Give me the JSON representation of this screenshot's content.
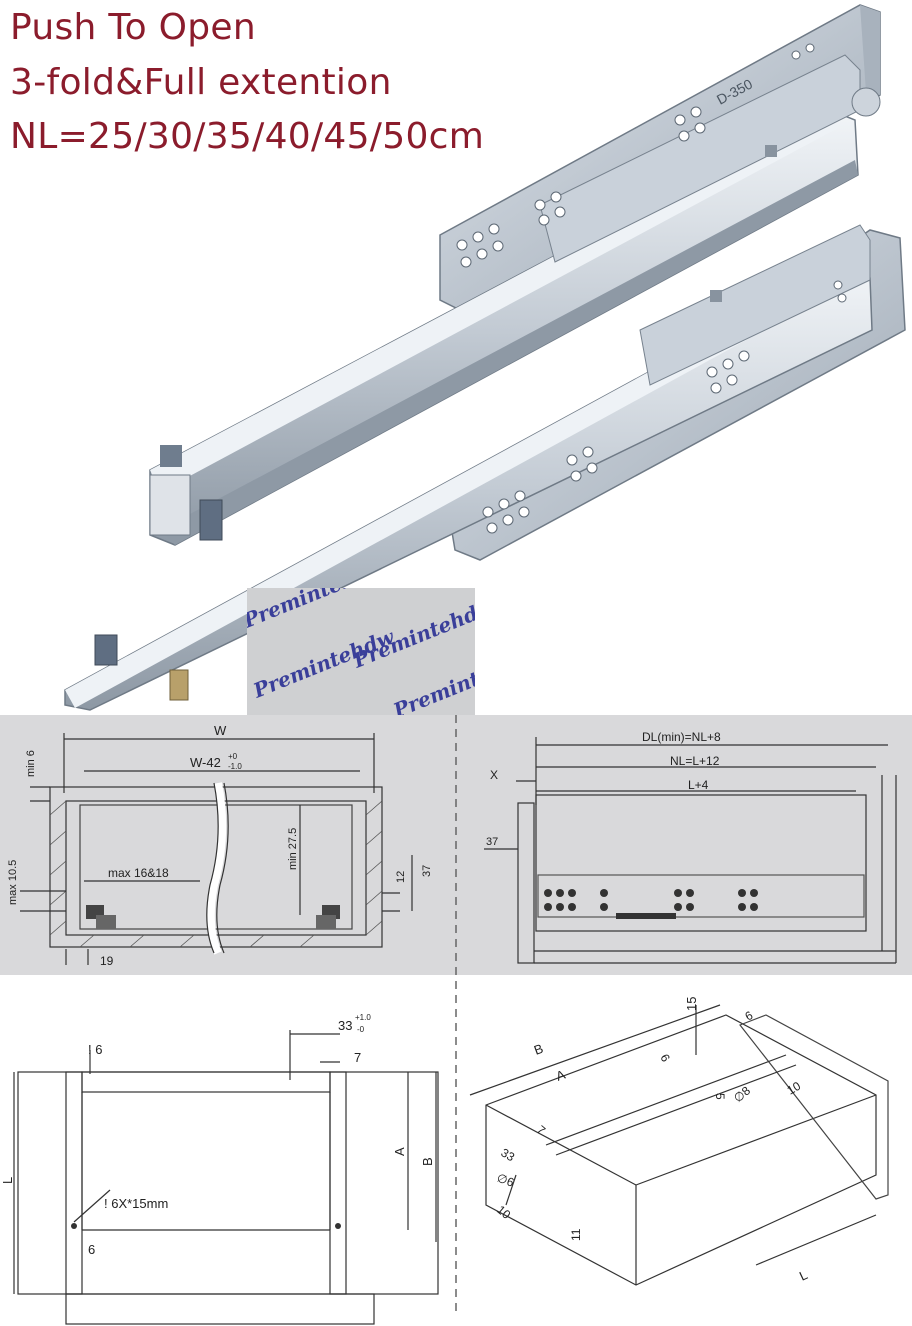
{
  "header": {
    "line1": "Push To Open",
    "line2": "3-fold&Full extention",
    "line3": "NL=25/30/35/40/45/50cm"
  },
  "colors": {
    "title": "#8b1c2c",
    "panel_bg": "#d9d9db",
    "steel_light": "#e8edf2",
    "steel_mid": "#b9c2cc",
    "steel_dark": "#7f8a96",
    "watermark": "#3a3f9a"
  },
  "watermark": {
    "text": "Premintehdw"
  },
  "rail_marking": "D-350",
  "cross_section": {
    "w": "W",
    "w42": "W-42",
    "w42_tol_upper": "+0",
    "w42_tol_lower": "-1.0",
    "min6": "min 6",
    "max105": "max 10.5",
    "min275": "min 27.5",
    "max1618": "max 16&18",
    "v12": "12",
    "v37": "37",
    "v19": "19"
  },
  "side_view": {
    "dl": "DL(min)=NL+8",
    "nl": "NL=L+12",
    "l4": "L+4",
    "x": "X",
    "v37": "37"
  },
  "bottom_view": {
    "v6a": "! 6",
    "v33": "33",
    "v33_tol_upper": "+1.0",
    "v33_tol_lower": "-0",
    "v7": "7",
    "a": "A",
    "b": "B",
    "l": "L",
    "hole": "! 6X*15mm",
    "v6b": "6"
  },
  "iso_view": {
    "v15": "15",
    "b": "B",
    "a": "A",
    "v6a": "6",
    "v6b": "6",
    "v5": "5",
    "d8": "∅8",
    "v10a": "10",
    "v7": "7",
    "v33": "33",
    "d6": "∅6",
    "v10b": "10",
    "v11": "11",
    "l": "L"
  }
}
